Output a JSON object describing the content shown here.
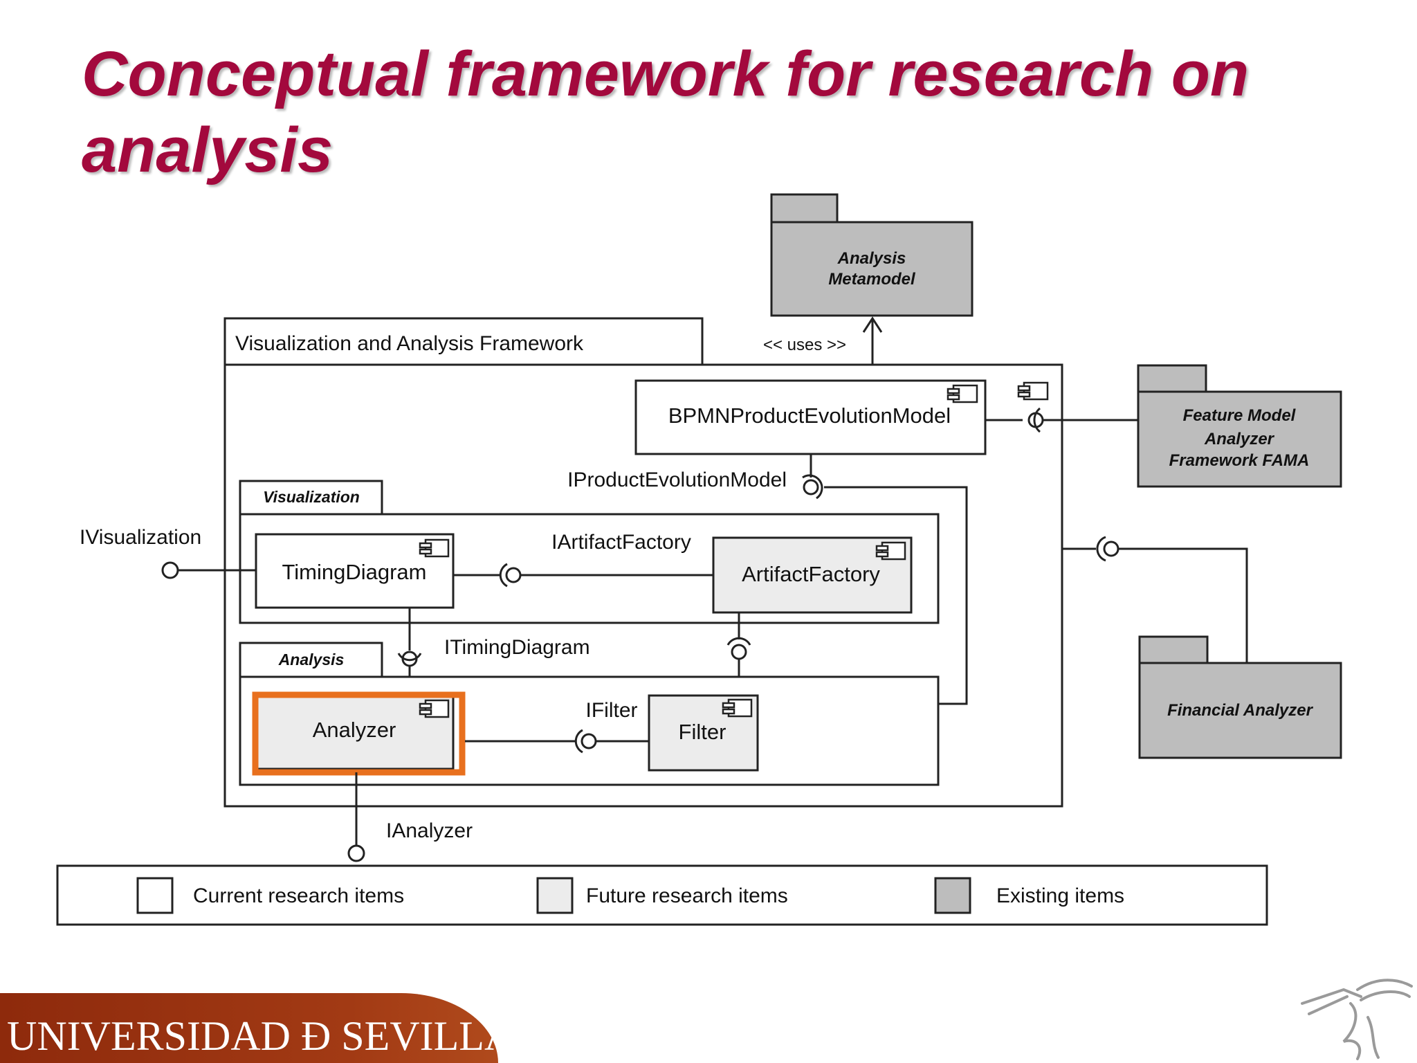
{
  "title": "Conceptual framework for research on analysis",
  "diagram": {
    "packages": {
      "analysis_metamodel": [
        "Analysis",
        "Metamodel"
      ],
      "framework": "Visualization and Analysis Framework",
      "visualization": "Visualization",
      "analysis": "Analysis",
      "fama": [
        "Feature Model",
        "Analyzer",
        "Framework FAMA"
      ],
      "financial_analyzer": "Financial Analyzer"
    },
    "components": {
      "bpmn": "BPMNProductEvolutionModel",
      "timing_diagram": "TimingDiagram",
      "artifact_factory": "ArtifactFactory",
      "analyzer": "Analyzer",
      "filter": "Filter"
    },
    "interfaces": {
      "uses": "<< uses >>",
      "iproduct": "IProductEvolutionModel",
      "ivisualization": "IVisualization",
      "iartifact": "IArtifactFactory",
      "itiming": "ITimingDiagram",
      "ifilter": "IFilter",
      "ianalyzer": "IAnalyzer"
    },
    "legend": {
      "current": "Current research items",
      "future": "Future research items",
      "existing": "Existing items"
    },
    "colors": {
      "current": "#ffffff",
      "future": "#ececec",
      "existing": "#bdbdbd",
      "highlight": "#e8701e",
      "title": "#a3093d"
    }
  },
  "footer": {
    "university": "UNIVERSIDAD Ð SEVILLA"
  }
}
